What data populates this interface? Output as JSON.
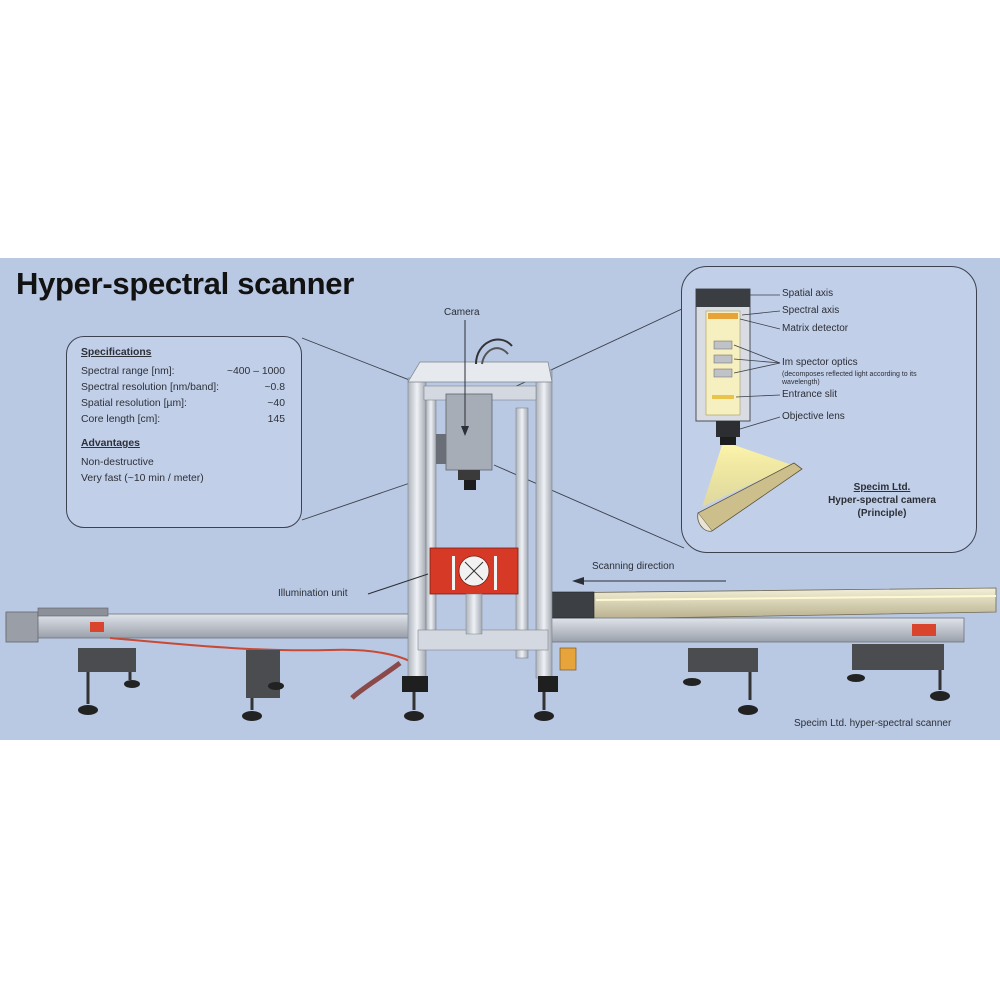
{
  "title": "Hyper-spectral scanner",
  "specifications": {
    "heading": "Specifications",
    "rows": [
      {
        "label": "Spectral range [nm]:",
        "value": "~400 – 1000"
      },
      {
        "label": "Spectral resolution [nm/band]:",
        "value": "~0.8"
      },
      {
        "label": "Spatial resolution [µm]:",
        "value": "~40"
      },
      {
        "label": "Core length [cm]:",
        "value": "145"
      }
    ]
  },
  "advantages": {
    "heading": "Advantages",
    "items": [
      "Non-destructive",
      "Very fast (~10 min / meter)"
    ]
  },
  "camera_detail": {
    "labels": {
      "spatial_axis": "Spatial axis",
      "spectral_axis": "Spectral axis",
      "matrix_detector": "Matrix detector",
      "spectrograph_optics": "Im spector optics",
      "spectrograph_note": "(decomposes reflected light according to its wavelength)",
      "entrance_slit": "Entrance slit",
      "objective_lens": "Objective lens"
    },
    "caption": {
      "line1": "Specim Ltd.",
      "line2": "Hyper-spectral camera",
      "line3": "(Principle)"
    }
  },
  "annotations": {
    "camera": "Camera",
    "illumination": "Illumination unit",
    "scanning_direction": "Scanning direction",
    "footer": "Specim Ltd. hyper-spectral scanner"
  },
  "colors": {
    "background": "#b9c8e3",
    "box_fill": "#c2cfe8",
    "frame": "#d4d9e1",
    "rail": "#b3b8c1",
    "illumination_housing": "#d63a26",
    "light_beam": "#f2e27a",
    "leg": "#2b2b2b"
  }
}
